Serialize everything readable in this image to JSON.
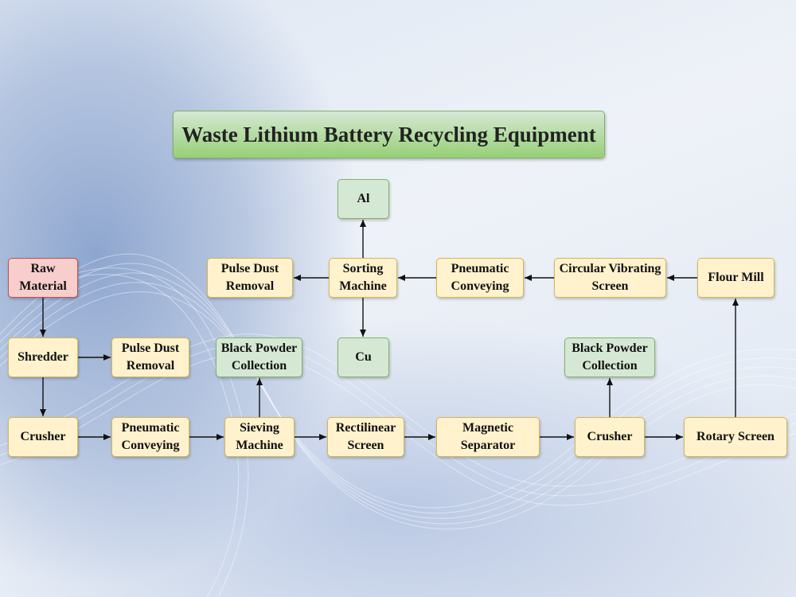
{
  "title": "Waste Lithium Battery Recycling Equipment",
  "colors": {
    "process": "#fff2cc",
    "process_border": "#d6b656",
    "output": "#d5e8d4",
    "output_border": "#82b366",
    "input": "#f8cecc",
    "input_border": "#b85450"
  },
  "nodes": {
    "raw_material": "Raw Material",
    "shredder": "Shredder",
    "pulse_dust_removal_1": "Pulse Dust Removal",
    "crusher_1": "Crusher",
    "pneumatic_conveying_1": "Pneumatic Conveying",
    "sieving_machine": "Sieving Machine",
    "black_powder_collection_1": "Black Powder Collection",
    "rectilinear_screen": "Rectilinear Screen",
    "magnetic_separator": "Magnetic Separator",
    "crusher_2": "Crusher",
    "black_powder_collection_2": "Black Powder Collection",
    "rotary_screen": "Rotary Screen",
    "flour_mill": "Flour Mill",
    "circular_vibrating_screen": "Circular Vibrating Screen",
    "pneumatic_conveying_2": "Pneumatic Conveying",
    "sorting_machine": "Sorting Machine",
    "al": "Al",
    "cu": "Cu",
    "pulse_dust_removal_2": "Pulse Dust Removal"
  }
}
